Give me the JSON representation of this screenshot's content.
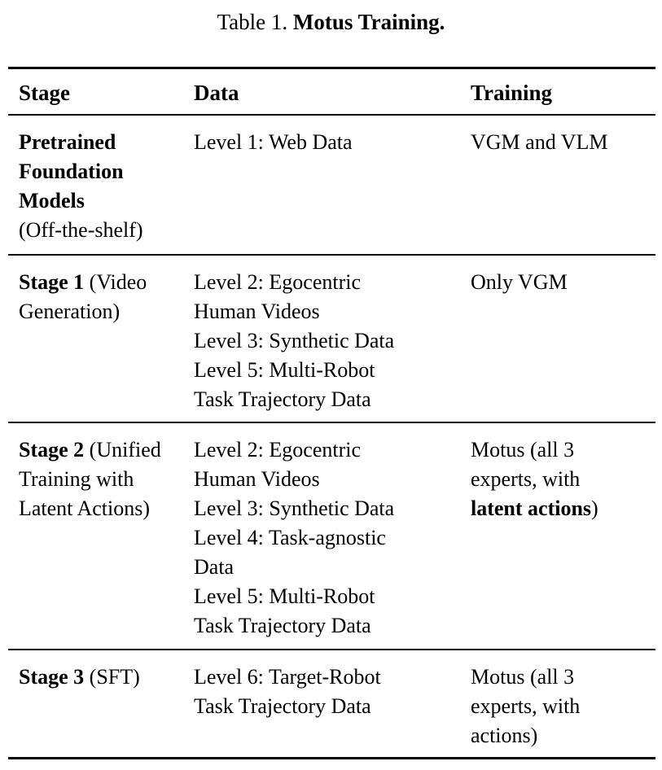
{
  "caption": {
    "label": "Table 1.",
    "title": "Motus Training."
  },
  "table": {
    "columns": [
      "Stage",
      "Data",
      "Training"
    ],
    "rows": [
      {
        "stage_bold": "Pretrained Foundation Models",
        "stage_bold_lines": [
          "Pretrained",
          "Foundation",
          "Models"
        ],
        "stage_regular": "(Off-the-shelf)",
        "data_lines": [
          "Level 1: Web Data"
        ],
        "training_lines": [
          "VGM and VLM"
        ],
        "training_bold": ""
      },
      {
        "stage_bold": "Stage 1",
        "stage_bold_lines": [
          "Stage 1"
        ],
        "stage_regular": "(Video Generation)",
        "stage_regular_lines": [
          " (Video",
          "Generation)"
        ],
        "data_lines": [
          "Level 2: Egocentric",
          "Human Videos",
          "Level 3: Synthetic Data",
          "Level 5: Multi-Robot",
          "Task Trajectory Data"
        ],
        "training_lines": [
          "Only VGM"
        ],
        "training_bold": ""
      },
      {
        "stage_bold": "Stage 2",
        "stage_bold_lines": [
          "Stage 2"
        ],
        "stage_regular": "(Unified Training with Latent Actions)",
        "stage_regular_lines": [
          " (Unified",
          "Training with",
          "Latent Actions)"
        ],
        "data_lines": [
          "Level 2: Egocentric",
          "Human Videos",
          "Level 3: Synthetic Data",
          "Level 4: Task-agnostic",
          "Data",
          "Level 5: Multi-Robot",
          "Task Trajectory Data"
        ],
        "training_lines": [
          "Motus (all 3",
          "experts, with"
        ],
        "training_bold": "latent actions",
        "training_tail": ")"
      },
      {
        "stage_bold": "Stage 3",
        "stage_bold_lines": [
          "Stage 3"
        ],
        "stage_regular": "(SFT)",
        "stage_regular_lines": [
          " (SFT)"
        ],
        "data_lines": [
          "Level 6: Target-Robot",
          "Task Trajectory Data"
        ],
        "training_lines": [
          "Motus (all 3",
          "experts, with",
          "actions)"
        ],
        "training_bold": ""
      }
    ]
  }
}
